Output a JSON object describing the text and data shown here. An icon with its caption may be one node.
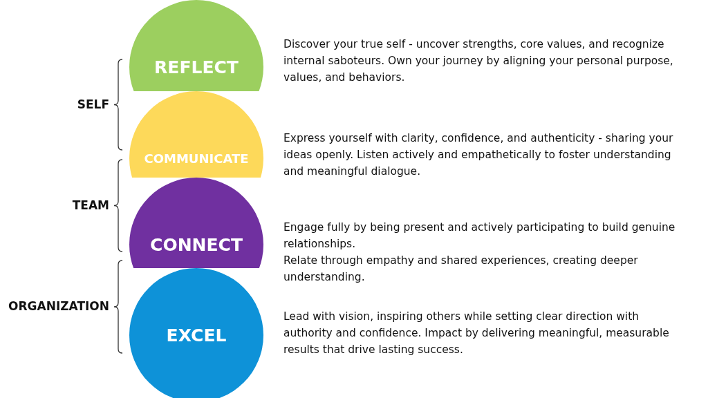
{
  "diagram": {
    "nodes": [
      {
        "text": [
          "REFLECT"
        ],
        "beside": [
          "Discover your true self - uncover strengths, core values, and recognize internal saboteurs. Own your journey by aligning your personal purpose, values, and behaviors."
        ]
      },
      {
        "text": [
          "COMMUNICATE"
        ],
        "beside": [
          "Express yourself with clarity, confidence, and authenticity - sharing your ideas openly. Listen actively and empathetically to foster understanding and meaningful dialogue."
        ]
      },
      {
        "text": [
          "CONNECT"
        ],
        "beside": [
          "Engage fully by being present and actively participating to build genuine relationships.",
          "Relate through empathy and shared experiences, creating deeper understanding."
        ]
      },
      {
        "text": [
          "EXCEL"
        ],
        "beside": [
          "Lead with vision, inspiring others while setting clear direction with authority and confidence. Impact by delivering meaningful, measurable results that drive lasting success."
        ]
      }
    ],
    "labels": [
      "SELF",
      "TEAM",
      "ORGANIZATION"
    ]
  }
}
